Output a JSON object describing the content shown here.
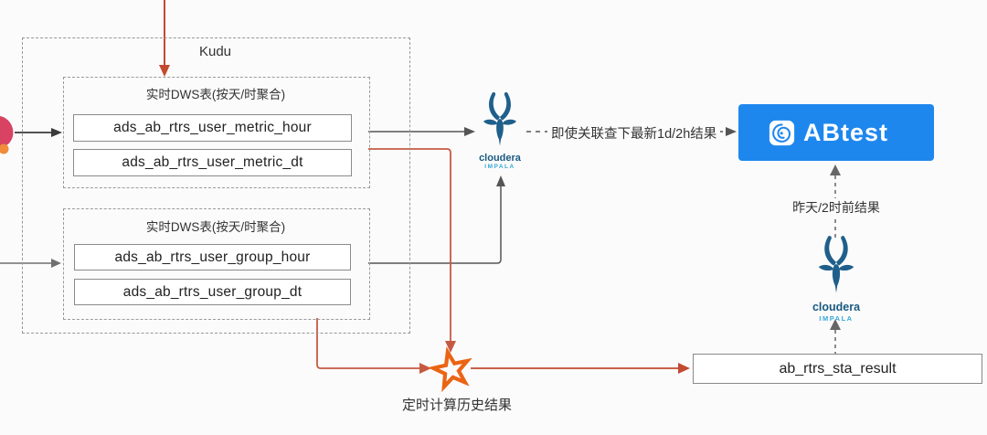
{
  "kudu": {
    "label": "Kudu",
    "groups": [
      {
        "label": "实时DWS表(按天/时聚合)",
        "tables": [
          "ads_ab_rtrs_user_metric_hour",
          "ads_ab_rtrs_user_metric_dt"
        ]
      },
      {
        "label": "实时DWS表(按天/时聚合)",
        "tables": [
          "ads_ab_rtrs_user_group_hour",
          "ads_ab_rtrs_user_group_dt"
        ]
      }
    ]
  },
  "impala_engine": {
    "brand": "cloudera",
    "product": "IMPALA"
  },
  "abtest": {
    "label": "ABtest"
  },
  "result_box": {
    "label": "ab_rtrs_sta_result"
  },
  "edge_labels": {
    "adhoc_join_query": "即使关联查下最新1d/2h结果",
    "yesterday_result": "昨天/2时前结果",
    "scheduled_history_calc": "定时计算历史结果"
  },
  "icons": {
    "impala": "cloudera-impala-logo",
    "star": "star-icon",
    "abtest_app": "spiral-app-icon",
    "left_source": "pink-source-icon"
  },
  "colors": {
    "red_arrow": "#c24a30",
    "star_orange": "#eb6413",
    "impala_dark_blue": "#1f5f8b",
    "impala_light_blue": "#35a8d7",
    "abtest_blue": "#1e87ee",
    "gray_arrow": "#555555"
  }
}
